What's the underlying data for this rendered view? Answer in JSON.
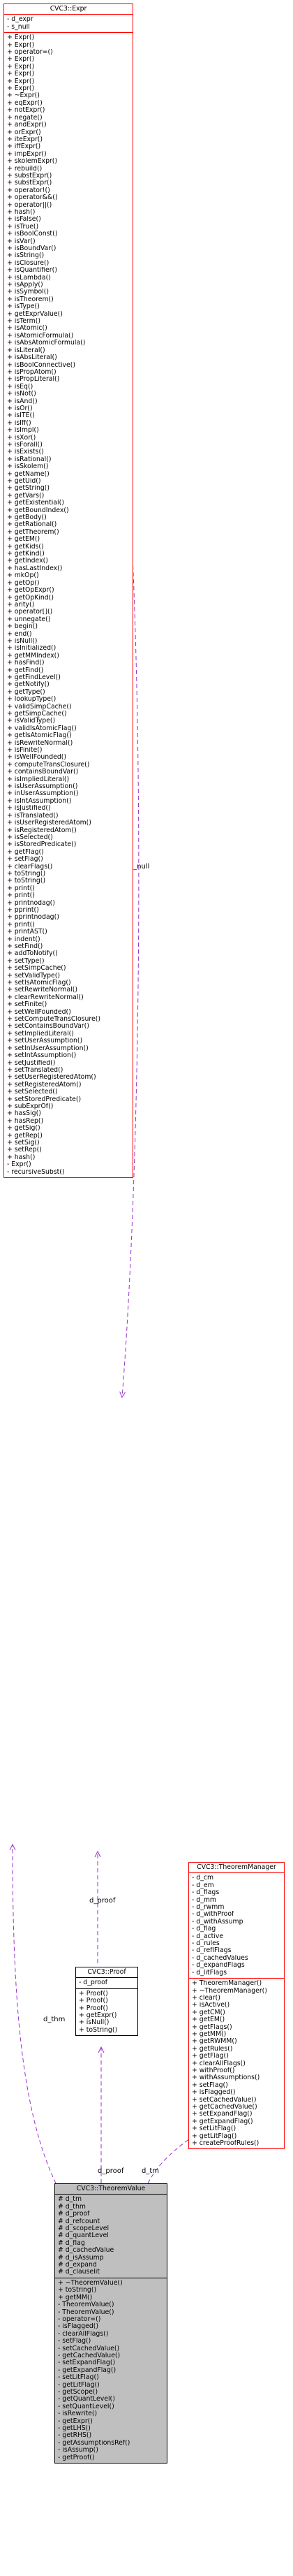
{
  "expr": {
    "title": "CVC3::Expr",
    "attributes": [
      "- d_expr",
      "- s_null"
    ],
    "methods": [
      "+ Expr()",
      "+ Expr()",
      "+ operator=()",
      "+ Expr()",
      "+ Expr()",
      "+ Expr()",
      "+ Expr()",
      "+ Expr()",
      "+ ~Expr()",
      "+ eqExpr()",
      "+ notExpr()",
      "+ negate()",
      "+ andExpr()",
      "+ orExpr()",
      "+ iteExpr()",
      "+ iffExpr()",
      "+ impExpr()",
      "+ skolemExpr()",
      "+ rebuild()",
      "+ substExpr()",
      "+ substExpr()",
      "+ operator!()",
      "+ operator&&()",
      "+ operator||()",
      "+ hash()",
      "+ isFalse()",
      "+ isTrue()",
      "+ isBoolConst()",
      "+ isVar()",
      "+ isBoundVar()",
      "+ isString()",
      "+ isClosure()",
      "+ isQuantifier()",
      "+ isLambda()",
      "+ isApply()",
      "+ isSymbol()",
      "+ isTheorem()",
      "+ isType()",
      "+ getExprValue()",
      "+ isTerm()",
      "+ isAtomic()",
      "+ isAtomicFormula()",
      "+ isAbsAtomicFormula()",
      "+ isLiteral()",
      "+ isAbsLiteral()",
      "+ isBoolConnective()",
      "+ isPropAtom()",
      "+ isPropLiteral()",
      "+ isEq()",
      "+ isNot()",
      "+ isAnd()",
      "+ isOr()",
      "+ isITE()",
      "+ isIff()",
      "+ isImpl()",
      "+ isXor()",
      "+ isForall()",
      "+ isExists()",
      "+ isRational()",
      "+ isSkolem()",
      "+ getName()",
      "+ getUid()",
      "+ getString()",
      "+ getVars()",
      "+ getExistential()",
      "+ getBoundIndex()",
      "+ getBody()",
      "+ getRational()",
      "+ getTheorem()",
      "+ getEM()",
      "+ getKids()",
      "+ getKind()",
      "+ getIndex()",
      "+ hasLastIndex()",
      "+ mkOp()",
      "+ getOp()",
      "+ getOpExpr()",
      "+ getOpKind()",
      "+ arity()",
      "+ operator[]()",
      "+ unnegate()",
      "+ begin()",
      "+ end()",
      "+ isNull()",
      "+ isInitialized()",
      "+ getMMIndex()",
      "+ hasFind()",
      "+ getFind()",
      "+ getFindLevel()",
      "+ getNotify()",
      "+ getType()",
      "+ lookupType()",
      "+ validSimpCache()",
      "+ getSimpCache()",
      "+ isValidType()",
      "+ validIsAtomicFlag()",
      "+ getIsAtomicFlag()",
      "+ isRewriteNormal()",
      "+ isFinite()",
      "+ isWellFounded()",
      "+ computeTransClosure()",
      "+ containsBoundVar()",
      "+ isImpliedLiteral()",
      "+ isUserAssumption()",
      "+ inUserAssumption()",
      "+ isIntAssumption()",
      "+ isJustified()",
      "+ isTranslated()",
      "+ isUserRegisteredAtom()",
      "+ isRegisteredAtom()",
      "+ isSelected()",
      "+ isStoredPredicate()",
      "+ getFlag()",
      "+ setFlag()",
      "+ clearFlags()",
      "+ toString()",
      "+ toString()",
      "+ print()",
      "+ print()",
      "+ printnodag()",
      "+ pprint()",
      "+ pprintnodag()",
      "+ print()",
      "+ printAST()",
      "+ indent()",
      "+ setFind()",
      "+ addToNotify()",
      "+ setType()",
      "+ setSimpCache()",
      "+ setValidType()",
      "+ setIsAtomicFlag()",
      "+ setRewriteNormal()",
      "+ clearRewriteNormal()",
      "+ setFinite()",
      "+ setWellFounded()",
      "+ setComputeTransClosure()",
      "+ setContainsBoundVar()",
      "+ setImpliedLiteral()",
      "+ setUserAssumption()",
      "+ setInUserAssumption()",
      "+ setIntAssumption()",
      "+ setJustified()",
      "+ setTranslated()",
      "+ setUserRegisteredAtom()",
      "+ setRegisteredAtom()",
      "+ setSelected()",
      "+ setStoredPredicate()",
      "+ subExprOf()",
      "+ hasSig()",
      "+ hasRep()",
      "+ getSig()",
      "+ getRep()",
      "+ setSig()",
      "+ setRep()",
      "+ hash()",
      "- Expr()",
      "- recursiveSubst()"
    ]
  },
  "proof": {
    "title": "CVC3::Proof",
    "attributes": [
      "- d_proof"
    ],
    "methods": [
      "+ Proof()",
      "+ Proof()",
      "+ Proof()",
      "+ getExpr()",
      "+ isNull()",
      "+ toString()"
    ]
  },
  "theorem_manager": {
    "title": "CVC3::TheoremManager",
    "attributes": [
      "- d_cm",
      "- d_em",
      "- d_flags",
      "- d_mm",
      "- d_rwmm",
      "- d_withProof",
      "- d_withAssump",
      "- d_flag",
      "- d_active",
      "- d_rules",
      "- d_reflFlags",
      "- d_cachedValues",
      "- d_expandFlags",
      "- d_litFlags"
    ],
    "methods": [
      "+ TheoremManager()",
      "+ ~TheoremManager()",
      "+ clear()",
      "+ isActive()",
      "+ getCM()",
      "+ getEM()",
      "+ getFlags()",
      "+ getMM()",
      "+ getRWMM()",
      "+ getRules()",
      "+ getFlag()",
      "+ clearAllFlags()",
      "+ withProof()",
      "+ withAssumptions()",
      "+ setFlag()",
      "+ isFlagged()",
      "+ setCachedValue()",
      "+ getCachedValue()",
      "+ setExpandFlag()",
      "+ getExpandFlag()",
      "+ setLitFlag()",
      "+ getLitFlag()",
      "+ createProofRules()"
    ]
  },
  "theorem_value": {
    "title": "CVC3::TheoremValue",
    "attributes": [
      "# d_tm",
      "# d_thm",
      "# d_proof",
      "# d_refcount",
      "# d_scopeLevel",
      "# d_quantLevel",
      "# d_flag",
      "# d_cachedValue",
      "# d_isAssump",
      "# d_expand",
      "# d_clauselit"
    ],
    "methods": [
      "+ ~TheoremValue()",
      "+ toString()",
      "+ getMM()",
      "- TheoremValue()",
      "- TheoremValue()",
      "- operator=()",
      "- isFlagged()",
      "- clearAllFlags()",
      "- setFlag()",
      "- setCachedValue()",
      "- getCachedValue()",
      "- setExpandFlag()",
      "- getExpandFlag()",
      "- setLitFlag()",
      "- getLitFlag()",
      "- getScope()",
      "- getQuantLevel()",
      "- setQuantLevel()",
      "- isRewrite()",
      "- getExpr()",
      "- getLHS()",
      "- getRHS()",
      "- getAssumptionsRef()",
      "- isAssump()",
      "- getProof()"
    ]
  },
  "edges": {
    "s_null": "s_null",
    "d_thm": "d_thm",
    "d_proof_upper": "d_proof",
    "d_proof_lower": "d_proof",
    "d_tm": "d_tm"
  },
  "colors": {
    "highlight_border": "#ff0000",
    "focus_fill": "#bfbfbf",
    "edge": "#9a32cd"
  }
}
